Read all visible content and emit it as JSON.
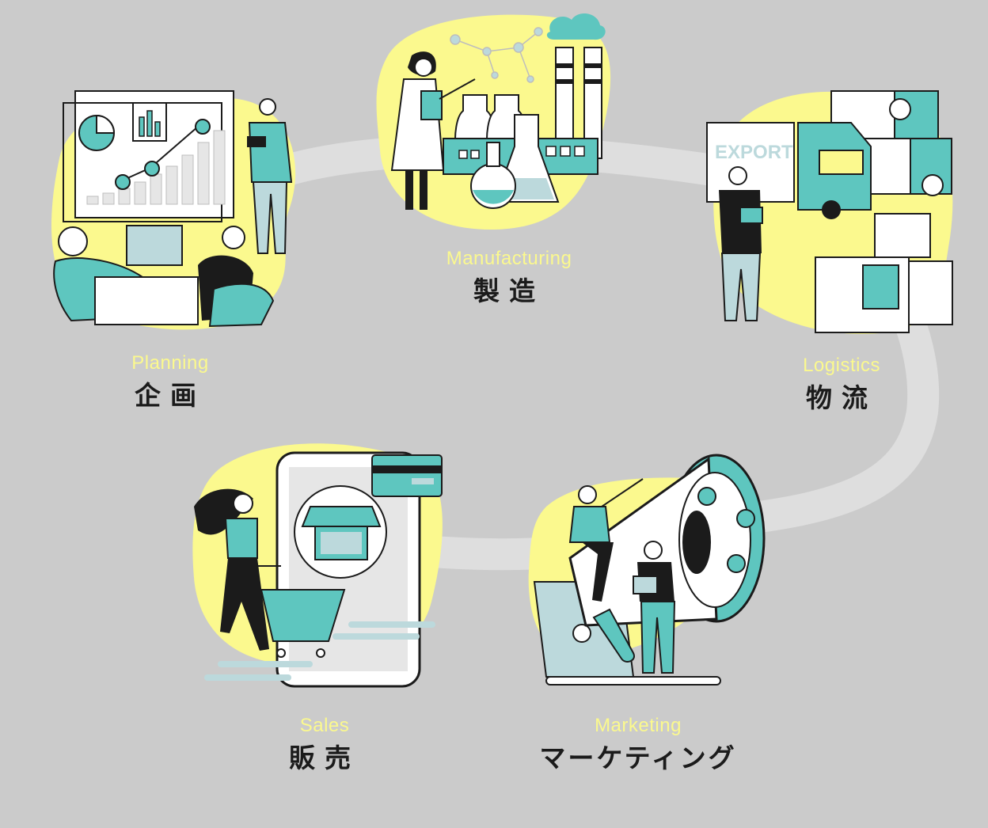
{
  "stages": [
    {
      "id": "planning",
      "en": "Planning",
      "jp": "企画"
    },
    {
      "id": "manufacturing",
      "en": "Manufacturing",
      "jp": "製造"
    },
    {
      "id": "logistics",
      "en": "Logistics",
      "jp": "物流"
    },
    {
      "id": "sales",
      "en": "Sales",
      "jp": "販売"
    },
    {
      "id": "marketing",
      "en": "Marketing",
      "jp": "マーケティング"
    }
  ],
  "logistics_truck_text": "EXPORT",
  "colors": {
    "background": "#cbcbcb",
    "blob": "#fbf98e",
    "teal": "#5ec6bf",
    "dark": "#1b1b1b",
    "path": "#dedede",
    "card": "#ffffff"
  }
}
